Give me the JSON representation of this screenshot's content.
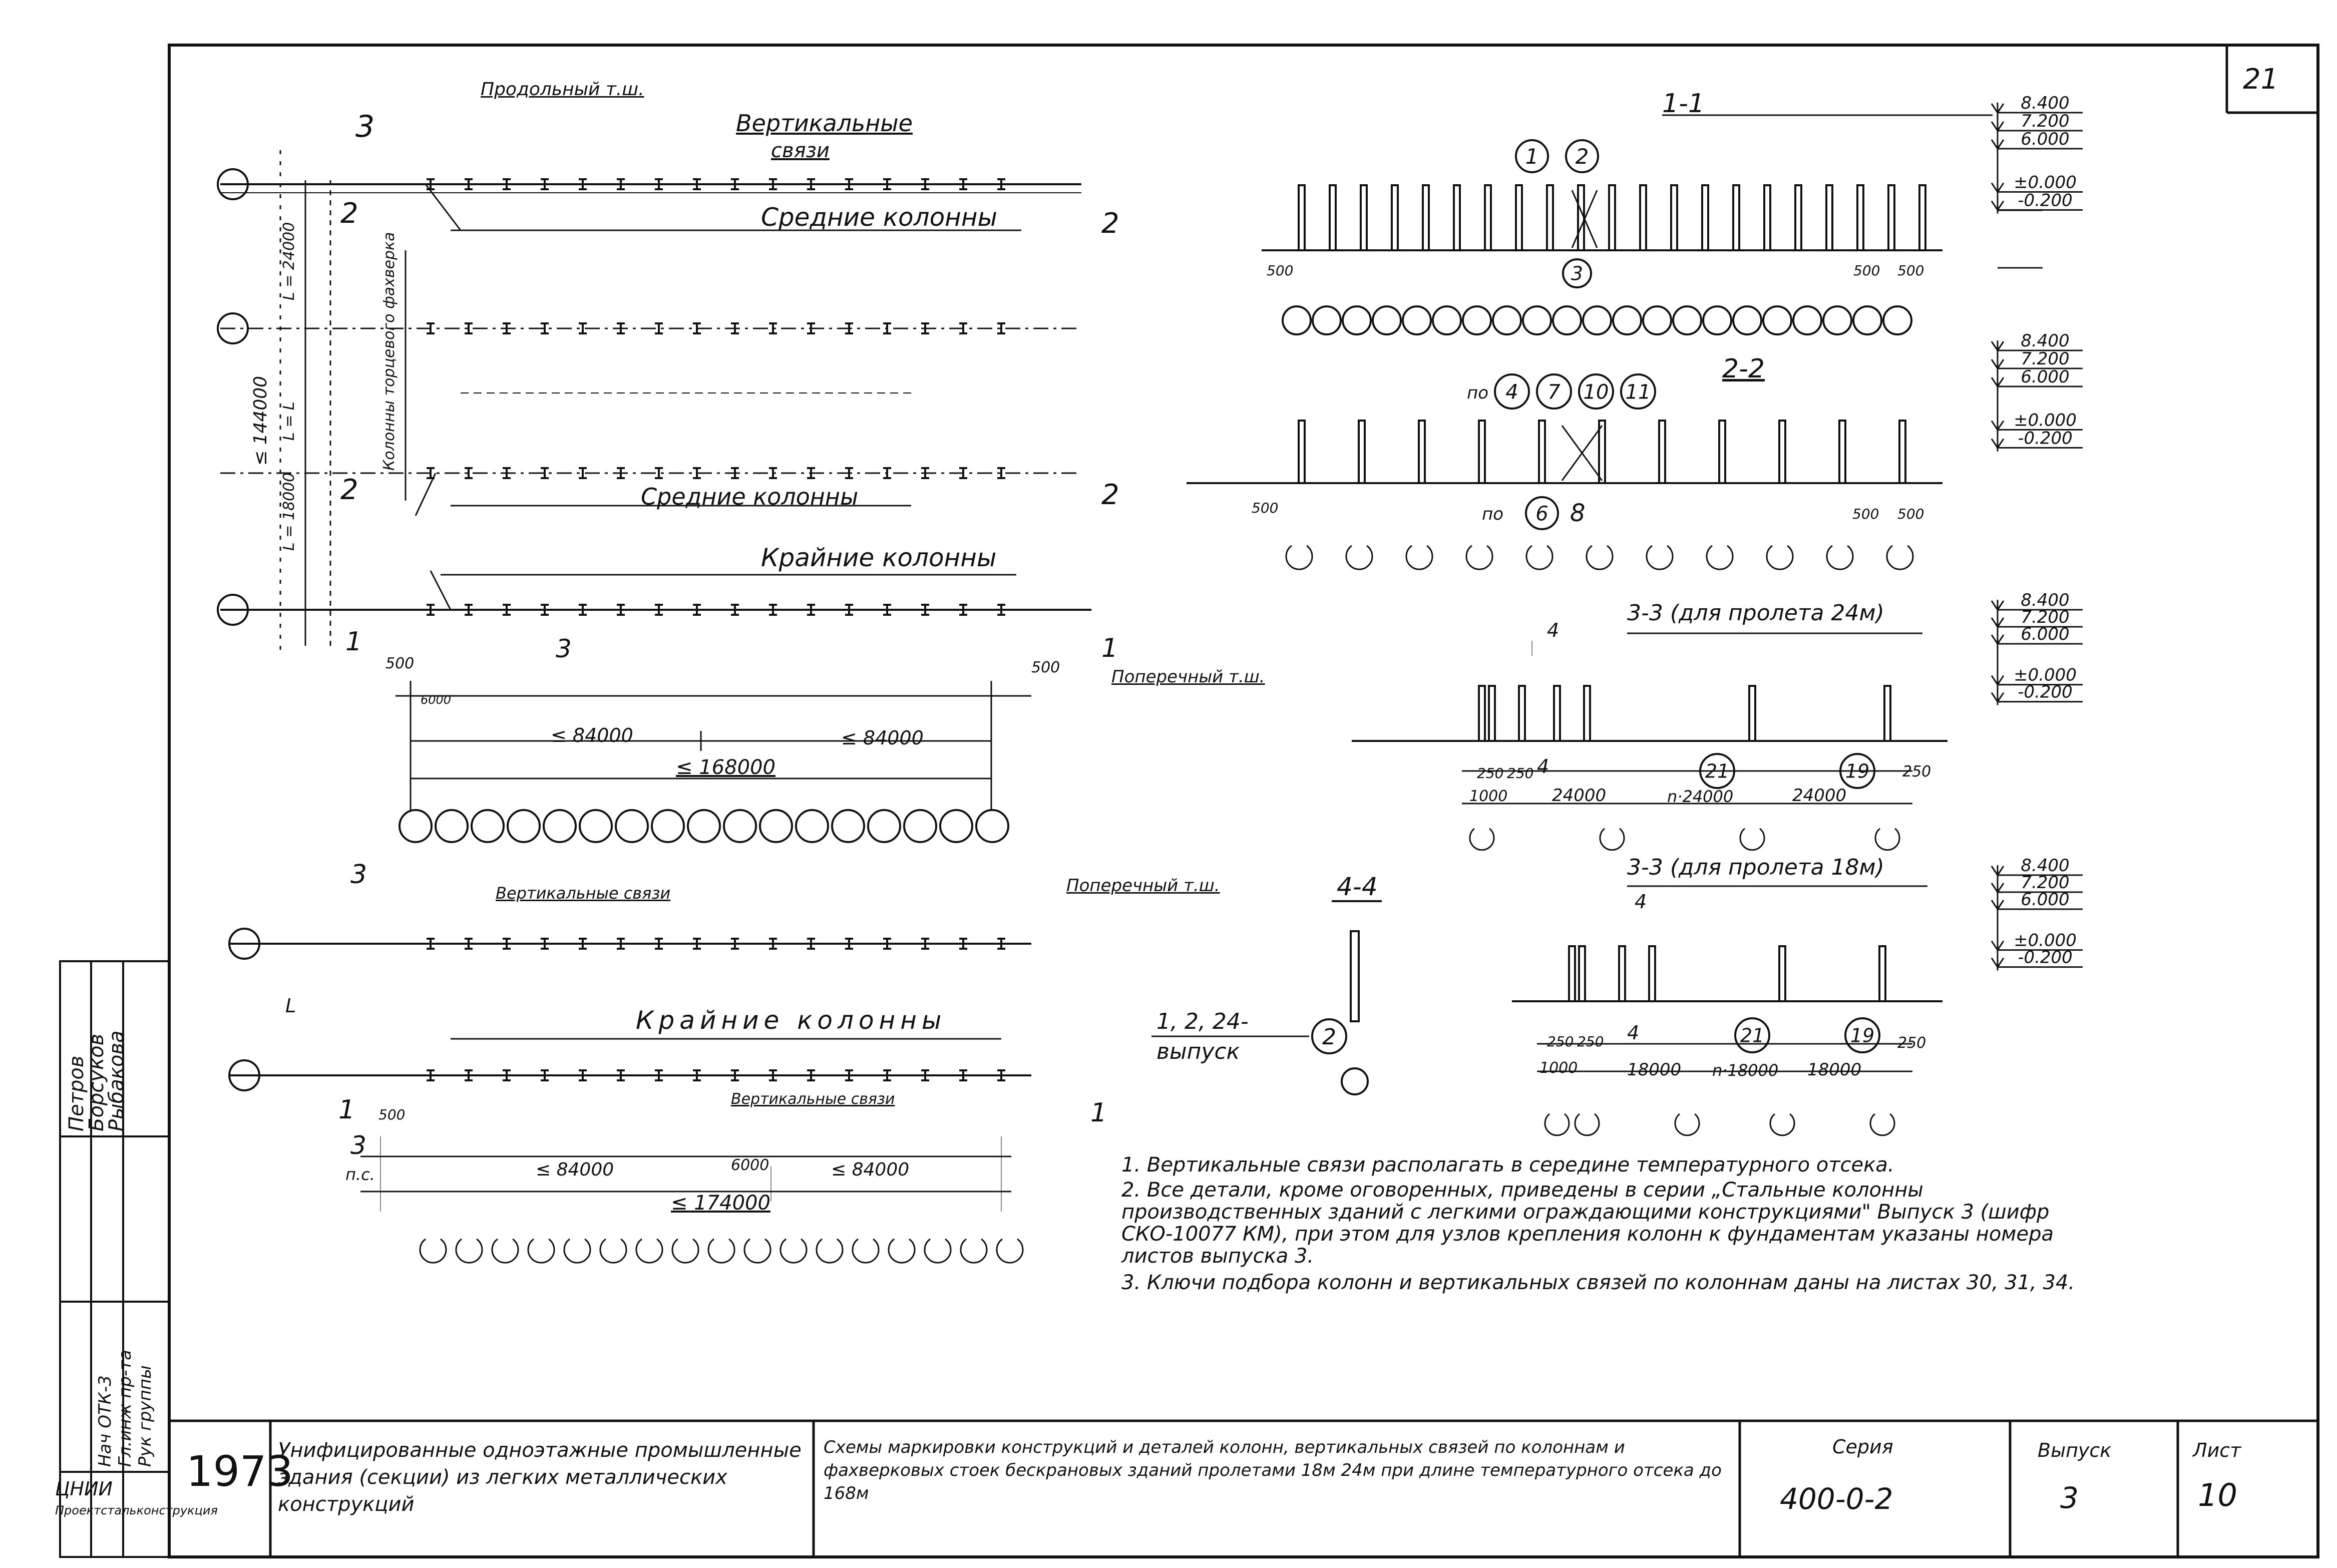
{
  "sheet": {
    "number": "21",
    "title_block": {
      "year": "1973",
      "project_title": "Унифицированные одноэтажные промышленные здания (секции) из легких металлических конструкций",
      "drawing_title": "Схемы маркировки конструкций и деталей колонн, вертикальных связей по колоннам и фахверковых стоек бескрановых зданий пролетами 18м 24м при длине температурного отсека до 168м",
      "series_label": "Серия",
      "series_value": "400-0-2",
      "issue_label": "Выпуск",
      "issue_value": "3",
      "sheet_label": "Лист",
      "sheet_value": "10"
    },
    "side_stamp": {
      "names": [
        "Петров",
        "Борсуков",
        "Рыбакова"
      ],
      "roles": [
        "Нач ОТК-3",
        "Гл.инж пр-та",
        "Рук группы"
      ],
      "org": [
        "ЦНИИ",
        "Проектстальконструкция"
      ]
    }
  },
  "plan_top": {
    "labels": {
      "longitudinal_joint": "Продольный т.ш.",
      "vertical_bracing": "Вертикальные",
      "bracing_2": "связи",
      "middle_columns_1": "Средние колонны",
      "middle_columns_2": "Средние колонны",
      "edge_columns": "Крайние колонны",
      "transverse_joint": "Поперечный т.ш.",
      "half_timber": "Колонны торцевого фахверка",
      "span_total": "≤ 144000",
      "span_24": "L = 24000",
      "span_18": "L = 18000",
      "span_L": "L = L",
      "dim_84_left": "≤ 84000",
      "dim_84_right": "≤ 84000",
      "dim_168": "≤ 168000",
      "offset_500": "500",
      "offset_500b": "500",
      "section_3": "3",
      "section_3b": "3",
      "section_2": "2",
      "section_2b": "2",
      "section_1": "1",
      "section_1b": "1",
      "dim_6000": "6000"
    }
  },
  "plan_bottom": {
    "labels": {
      "vertical_bracing_top": "Вертикальные связи",
      "transverse_joint": "Поперечный т.ш.",
      "edge_columns": "Крайние колонны",
      "vertical_bracing_bottom": "Вертикальные связи",
      "dim_84_left": "≤ 84000",
      "dim_84_right": "≤ 84000",
      "dim_174": "≤ 174000",
      "dim_6000": "6000",
      "section_3": "3",
      "section_3ps": "3",
      "ps": "п.с.",
      "section_1": "1",
      "section_1b": "1",
      "offset_500": "500",
      "span_L": "L"
    }
  },
  "sections": {
    "s11": {
      "title": "1-1",
      "marks": [
        "1",
        "2",
        "3"
      ],
      "dims": [
        "500",
        "500",
        "500"
      ],
      "levels": [
        "8.400",
        "7.200",
        "6.000",
        "±0.000",
        "-0.200"
      ]
    },
    "s22": {
      "title": "2-2",
      "marks_top_prefix": "по",
      "marks_top": [
        "4",
        "7",
        "10",
        "11"
      ],
      "marks_bottom_prefix": "по",
      "marks_bottom": [
        "6",
        "8"
      ],
      "dims": [
        "500",
        "500",
        "500"
      ],
      "levels": [
        "8.400",
        "7.200",
        "6.000",
        "±0.000",
        "-0.200"
      ]
    },
    "s33a": {
      "title": "3-3 (для пролета 24м)",
      "cut": "4",
      "marks": [
        "21",
        "19"
      ],
      "dims": [
        "250",
        "250",
        "1000",
        "24000",
        "n·24000",
        "24000",
        "250"
      ],
      "levels": [
        "8.400",
        "7.200",
        "6.000",
        "±0.000",
        "-0.200"
      ]
    },
    "s33b": {
      "title": "3-3 (для пролета 18м)",
      "cut": "4",
      "marks": [
        "21",
        "19"
      ],
      "dims": [
        "250",
        "250",
        "1000",
        "18000",
        "n·18000",
        "18000",
        "250"
      ],
      "levels": [
        "8.400",
        "7.200",
        "6.000",
        "±0.000",
        "-0.200"
      ]
    },
    "s44": {
      "title": "4-4",
      "mark": "2",
      "note_1": "1, 2, 24-",
      "note_2": "выпуск"
    }
  },
  "notes": [
    "1. Вертикальные связи располагать в середине температурного отсека.",
    "2. Все детали, кроме оговоренных, приведены в серии „Стальные колонны производственных зданий с легкими ограждающими конструкциями\" Выпуск 3 (шифр СКО-10077 КМ), при этом для узлов крепления колонн к фундаментам указаны номера листов выпуска 3.",
    "3. Ключи подбора колонн и вертикальных связей по колоннам даны на листах 30, 31, 34."
  ]
}
